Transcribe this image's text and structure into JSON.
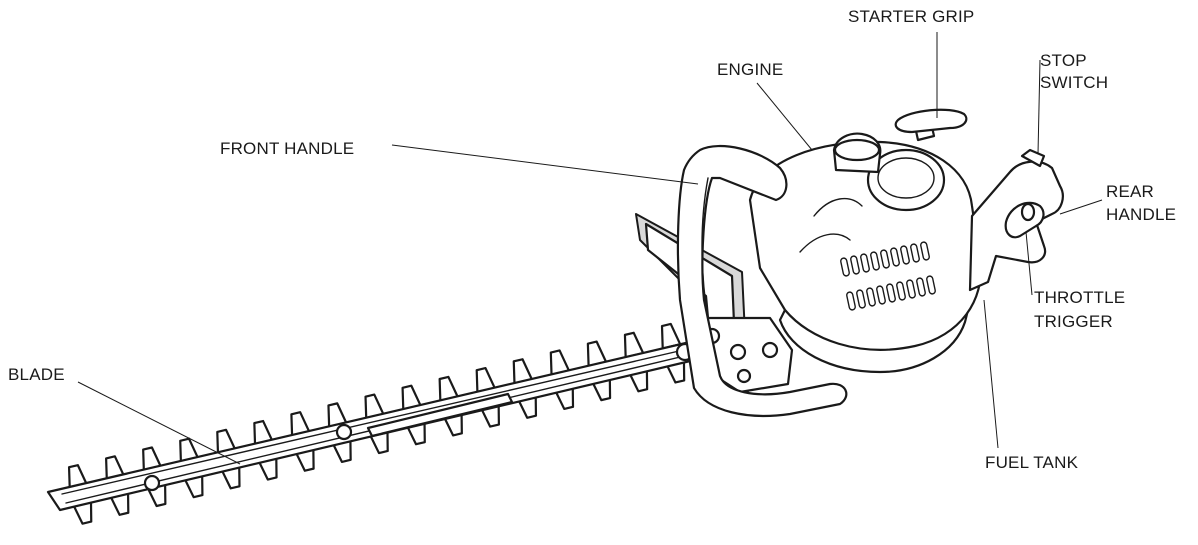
{
  "labels": {
    "starter_grip": "STARTER GRIP",
    "engine": "ENGINE",
    "stop_switch": [
      "STOP",
      "SWITCH"
    ],
    "front_handle": "FRONT HANDLE",
    "rear_handle": [
      "REAR",
      "HANDLE"
    ],
    "throttle_trigger": [
      "THROTTLE",
      "TRIGGER"
    ],
    "blade": "BLADE",
    "fuel_tank": "FUEL TANK"
  }
}
